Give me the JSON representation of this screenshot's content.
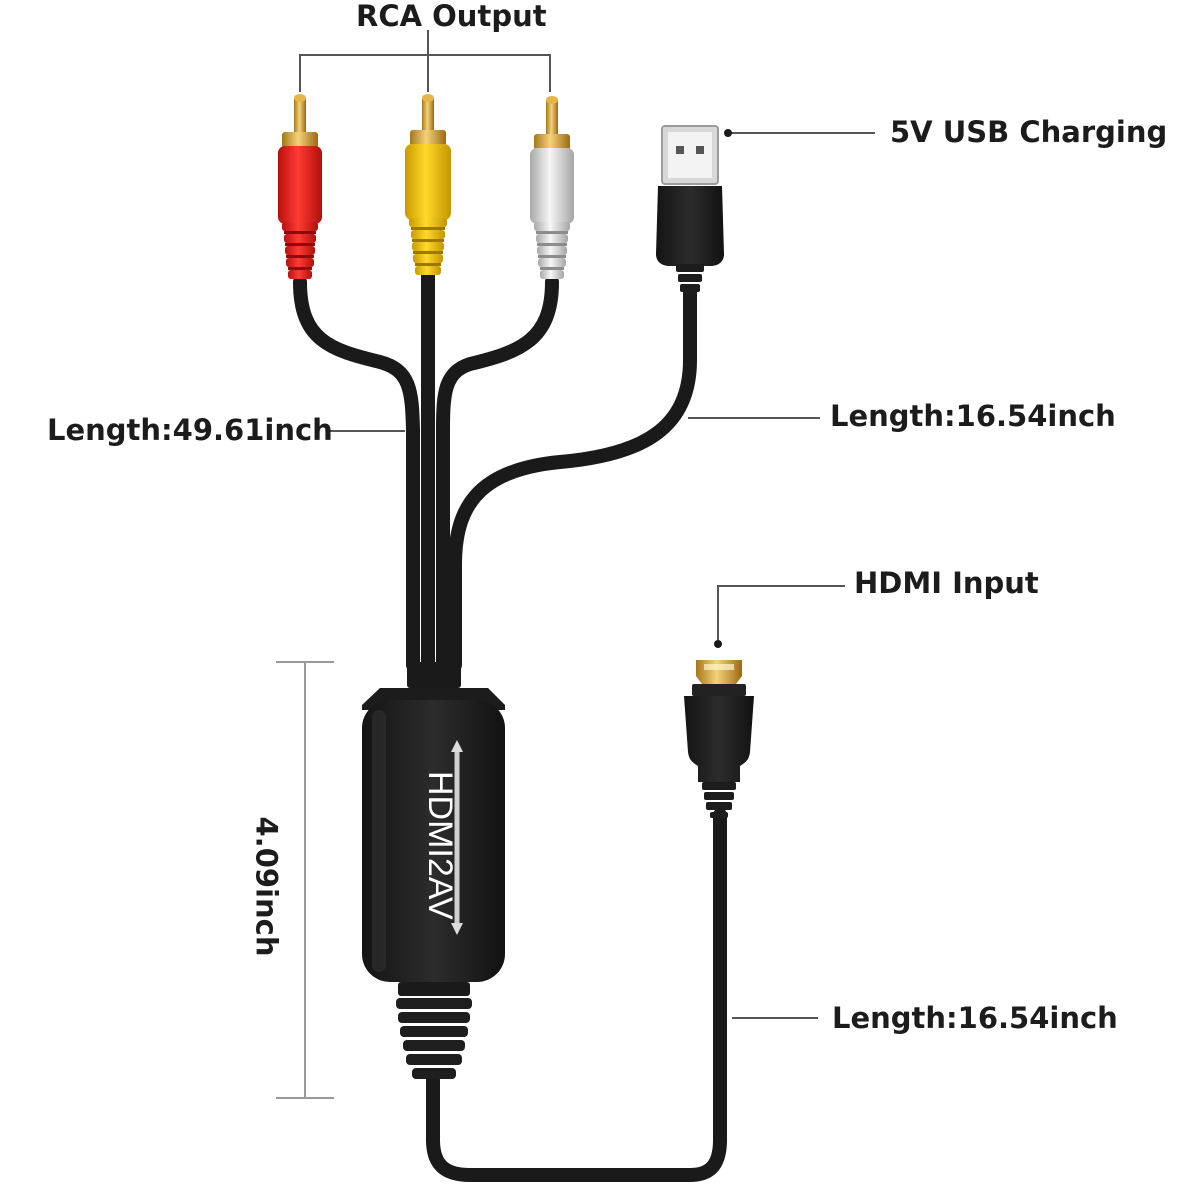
{
  "labels": {
    "rca_output": "RCA Output",
    "usb_charging": "5V USB Charging",
    "length_rca": "Length:49.61inch",
    "length_usb": "Length:16.54inch",
    "hdmi_input": "HDMI Input",
    "length_hdmi": "Length:16.54inch",
    "device_height": "4.09inch",
    "device_name": "HDMI2AV"
  },
  "colors": {
    "cable": "#1a1a1a",
    "rca_red": "#e0201c",
    "rca_yellow": "#f2c400",
    "rca_white": "#dcdcdc",
    "gold_tip": "#d9a520",
    "leader_line": "#555555",
    "dimension_line": "#999999"
  },
  "icons": [
    "rca-plug-icon",
    "usb-plug-icon",
    "hdmi-plug-icon",
    "converter-box-icon"
  ]
}
